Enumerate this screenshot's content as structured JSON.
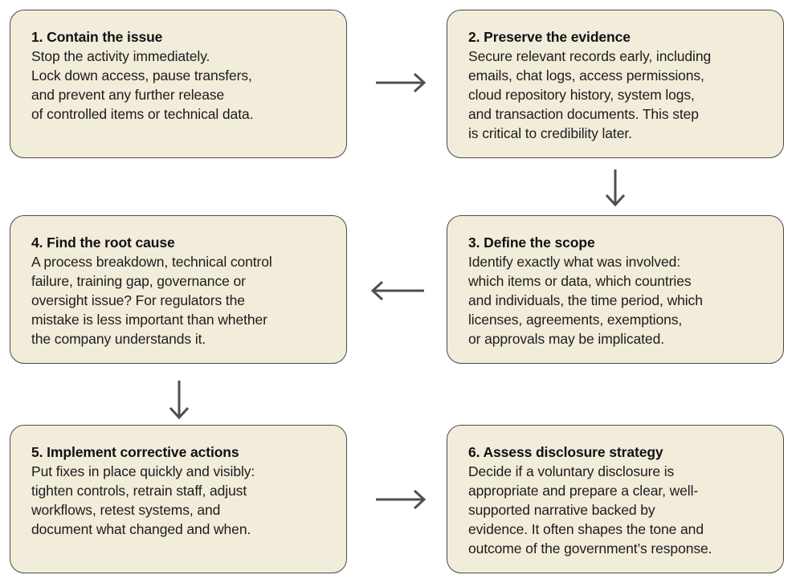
{
  "diagram": {
    "background": "#ffffff",
    "box_fill": "#f2ecdb",
    "box_border": "#4a4a4a",
    "arrow_color": "#4f4f4f",
    "title_color": "#111111",
    "body_color": "#1c1c1c"
  },
  "steps": [
    {
      "title": "1. Contain the issue",
      "body": "Stop the activity immediately.\nLock down access, pause transfers,\nand prevent any further release\nof controlled items or technical data."
    },
    {
      "title": "2. Preserve the evidence",
      "body": "Secure relevant records early, including\nemails, chat logs, access permissions,\ncloud repository history, system logs,\nand transaction documents. This step\nis critical to credibility later."
    },
    {
      "title": "3. Define the scope",
      "body": "Identify exactly what was involved:\nwhich items or data, which countries\nand individuals, the time period, which\nlicenses, agreements, exemptions,\nor approvals may be implicated."
    },
    {
      "title": "4. Find the root cause",
      "body": "A process breakdown, technical control\nfailure, training gap, governance or\noversight issue? For regulators the\nmistake is less important than whether\nthe company understands it."
    },
    {
      "title": "5. Implement corrective actions",
      "body": "Put fixes in place quickly and visibly:\ntighten controls, retrain staff, adjust\nworkflows, retest systems, and\ndocument what changed and when."
    },
    {
      "title": "6. Assess disclosure strategy",
      "body": "Decide if a voluntary disclosure is\nappropriate and prepare a clear, well-\nsupported narrative backed by\nevidence. It often shapes the tone and\noutcome of the government’s response."
    }
  ],
  "arrows": [
    {
      "from": 1,
      "to": 2,
      "direction": "right"
    },
    {
      "from": 2,
      "to": 3,
      "direction": "down"
    },
    {
      "from": 3,
      "to": 4,
      "direction": "left"
    },
    {
      "from": 4,
      "to": 5,
      "direction": "down"
    },
    {
      "from": 5,
      "to": 6,
      "direction": "right"
    }
  ]
}
